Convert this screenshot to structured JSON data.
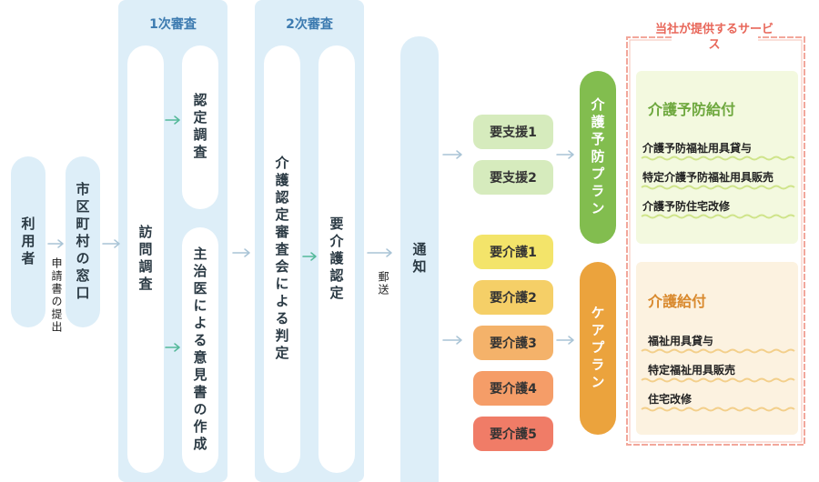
{
  "applicant": "利用者",
  "submission_label": "申請書の提出",
  "municipal_office": "市区町村の窓口",
  "first_review": {
    "title": "1次審査",
    "visit_survey": "訪問調査",
    "certification_survey": "認定調査",
    "doctor_opinion": "主治医による意見書の作成"
  },
  "second_review": {
    "title": "2次審査",
    "committee_decision": "介護認定審査会による判定",
    "care_certification": "要介護認定"
  },
  "mail_label": "郵送",
  "notification": "通知",
  "levels": {
    "support": [
      "要支援1",
      "要支援2"
    ],
    "care": [
      "要介護1",
      "要介護2",
      "要介護3",
      "要介護4",
      "要介護5"
    ]
  },
  "plans": {
    "prevention": "介護予防プラン",
    "care": "ケアプラン"
  },
  "company_services": {
    "title": "当社が提供するサービス",
    "prevention_benefit": {
      "title": "介護予防給付",
      "items": [
        "介護予防福祉用具貸与",
        "特定介護予防福祉用具販売",
        "介護予防住宅改修"
      ]
    },
    "care_benefit": {
      "title": "介護給付",
      "items": [
        "福祉用具貸与",
        "特定福祉用具販売",
        "住宅改修"
      ]
    }
  },
  "colors": {
    "panel": "#ddeef8",
    "support_box": "#d6ebbd",
    "care1": "#f3e46a",
    "care2": "#f5cf67",
    "care3": "#f4b26a",
    "care4": "#f59d68",
    "care5": "#f07c67",
    "prevention_plan": "#82bd4f",
    "care_plan": "#eba33d",
    "prevention_bg": "#f3f9df",
    "care_bg": "#fcf2e0",
    "service_border": "#f2a79b",
    "arrow_gray": "#a9c4d6",
    "arrow_green": "#55b99a"
  }
}
